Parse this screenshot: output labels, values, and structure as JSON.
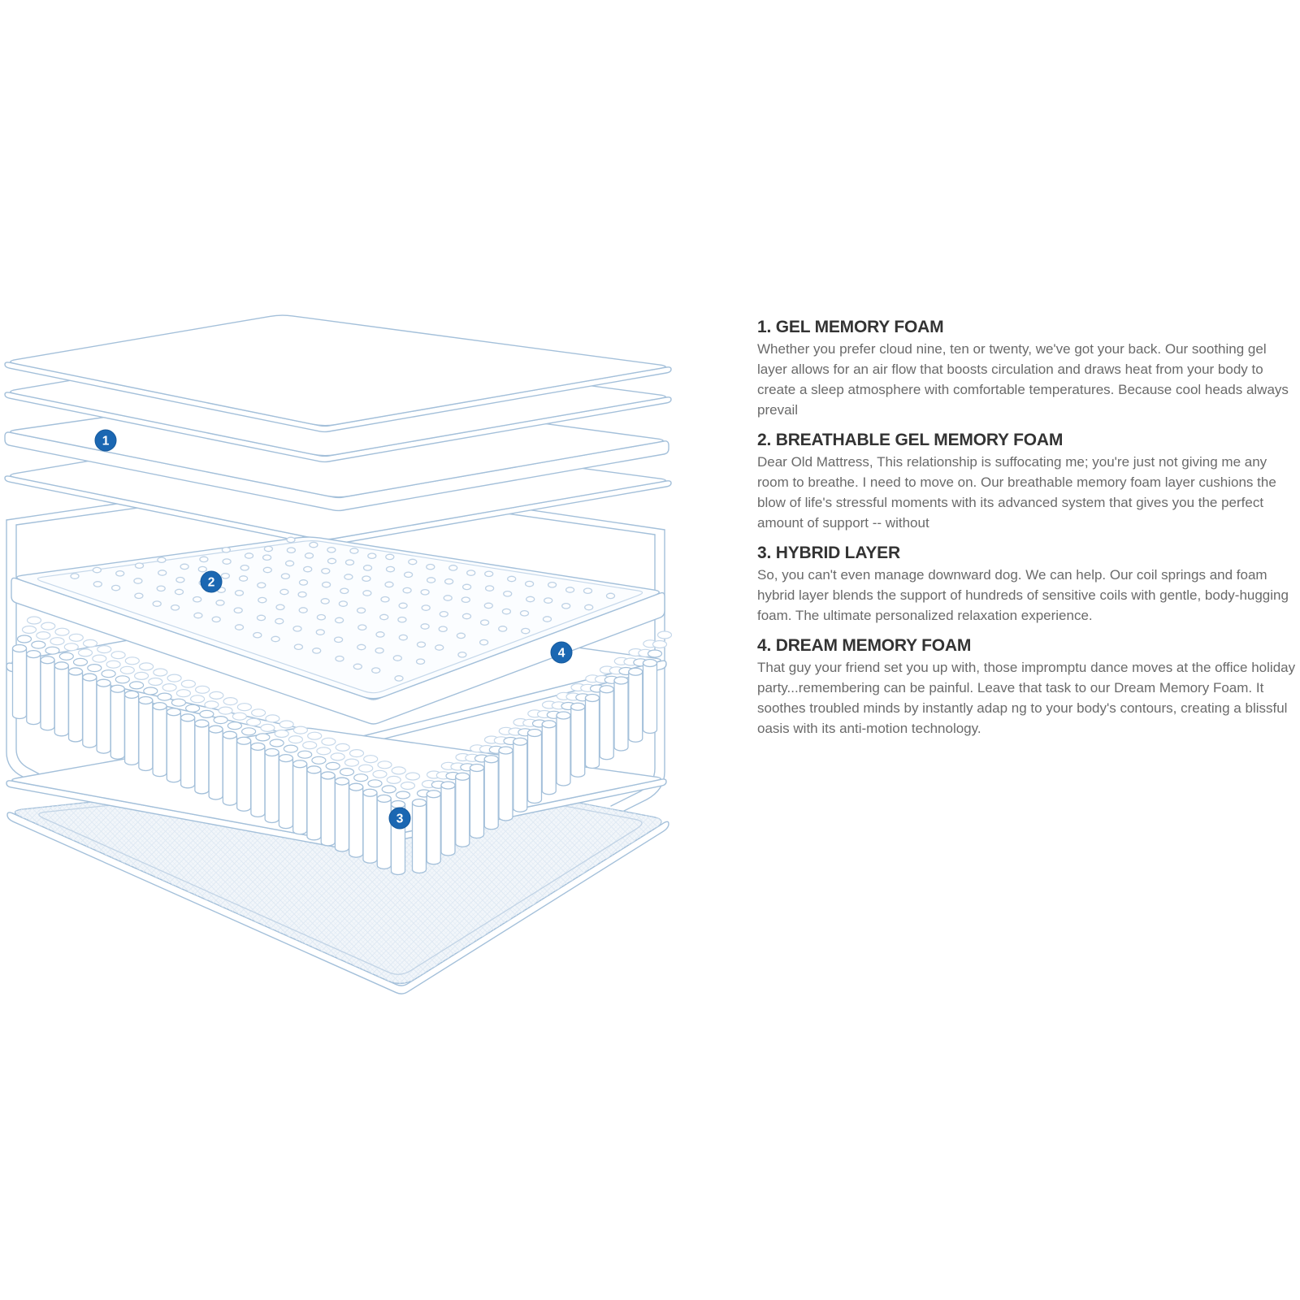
{
  "diagram": {
    "description": "Exploded view of mattress layers",
    "markers": [
      {
        "number": "1"
      },
      {
        "number": "2"
      },
      {
        "number": "3"
      },
      {
        "number": "4"
      }
    ],
    "colors": {
      "marker_blue": "#1b67b2",
      "marker_ring": "#15599c",
      "diagram_line": "#a4c0da",
      "diagram_line_soft": "#c6d8ea",
      "base_tint": "#f2f6fa"
    }
  },
  "sections": [
    {
      "heading": "1. GEL MEMORY FOAM",
      "body": "Whether you prefer cloud nine, ten or twenty, we've got your back. Our soothing gel layer allows for an air flow that boosts circulation and draws heat from your body to create a sleep atmosphere with comfortable temperatures. Because cool heads always prevail"
    },
    {
      "heading": "2. BREATHABLE GEL MEMORY FOAM",
      "body": "Dear Old Mattress, This relationship is suffocating me; you're just not giving me any room to breathe. I need to move on. Our breathable memory foam layer cushions the blow of life's stressful moments with its advanced system that gives you the perfect amount of support -- without"
    },
    {
      "heading": "3. HYBRID LAYER",
      "body": "So, you can't even manage downward dog. We can help. Our coil springs and foam hybrid layer blends the support of hundreds of sensitive coils with gentle, body-hugging foam. The ultimate personalized relaxation experience."
    },
    {
      "heading": "4. DREAM MEMORY FOAM",
      "body": "That guy your friend set you up with, those impromptu dance moves at the office holiday party...remembering can be painful. Leave that task to our Dream Memory Foam. It soothes troubled minds by instantly adap ng to your body's contours, creating a blissful oasis with its anti-motion technology."
    }
  ]
}
